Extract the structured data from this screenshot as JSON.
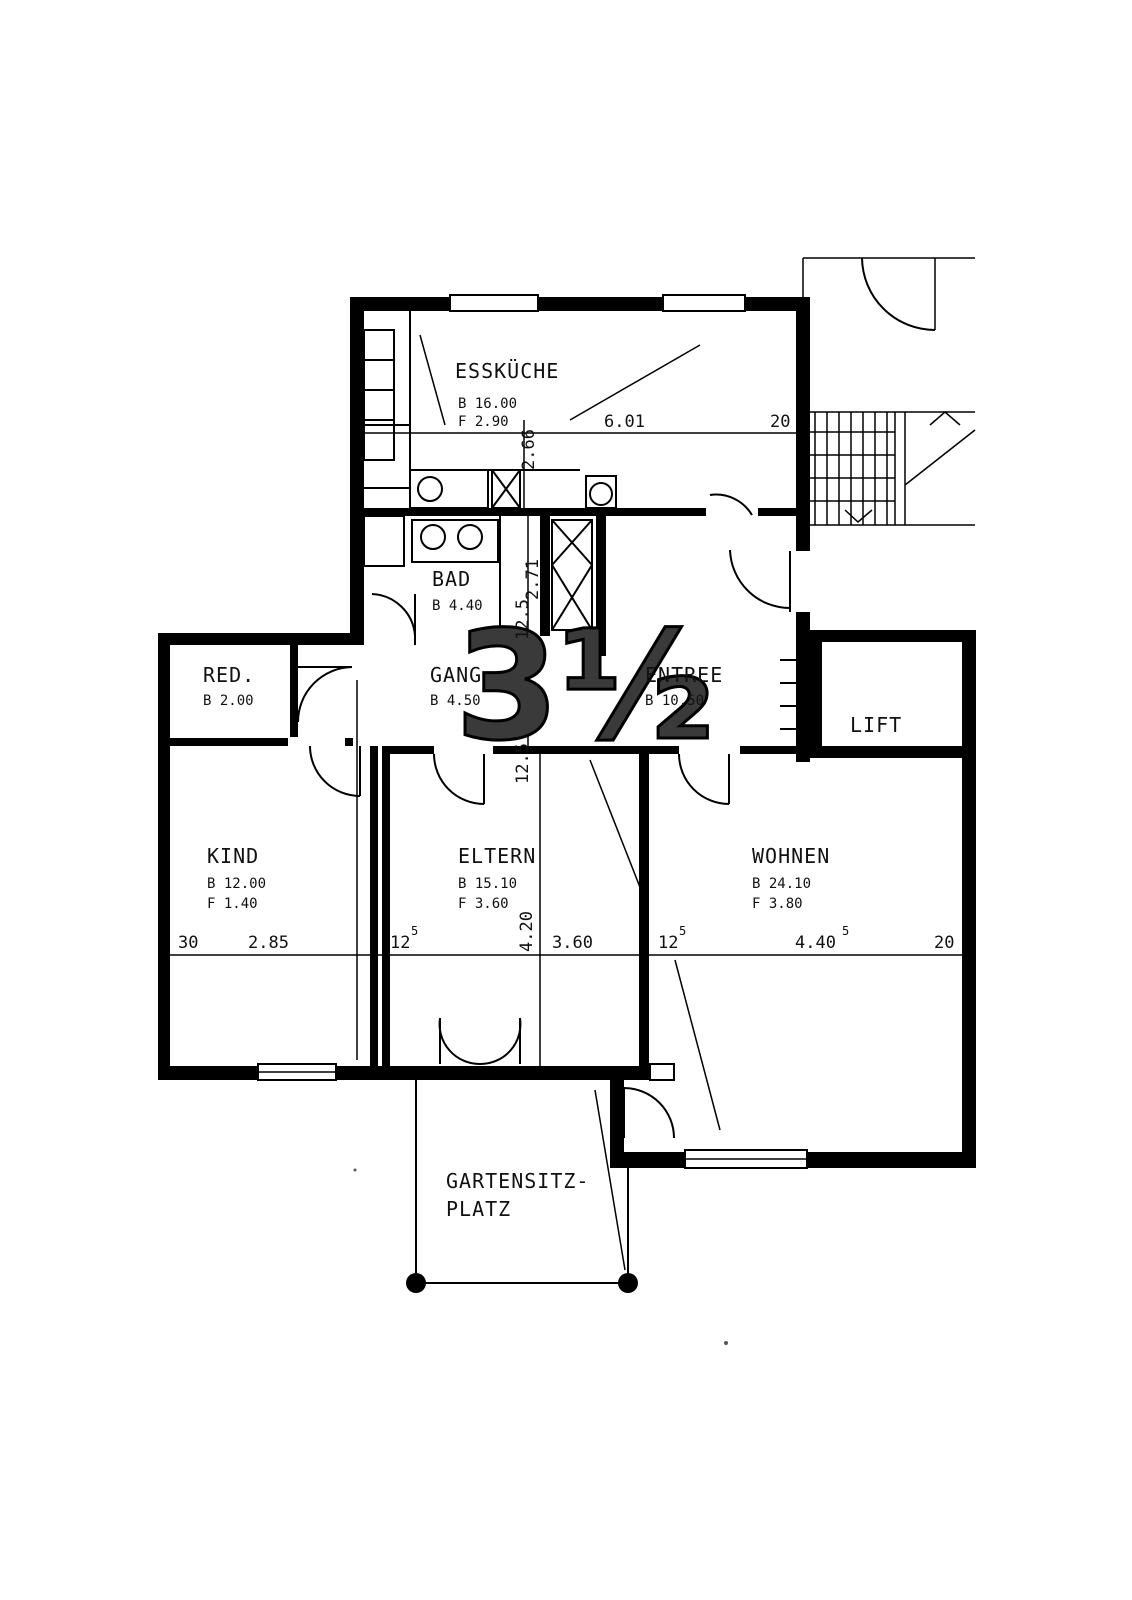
{
  "plan_label": "3½",
  "rooms": {
    "esskueche": {
      "name": "ESSKÜCHE",
      "b": "B  16.00",
      "f": "F   2.90"
    },
    "bad": {
      "name": "BAD",
      "b": "B 4.40"
    },
    "red": {
      "name": "RED.",
      "b": "B 2.00"
    },
    "gang": {
      "name": "GANG",
      "b": "B 4.50"
    },
    "entree": {
      "name": "ENTREE",
      "b": "B 10.50"
    },
    "lift": {
      "name": "LIFT"
    },
    "kind": {
      "name": "KIND",
      "b": "B  12.00",
      "f": "F   1.40"
    },
    "eltern": {
      "name": "ELTERN",
      "b": "B  15.10",
      "f": "F   3.60"
    },
    "wohnen": {
      "name": "WOHNEN",
      "b": "B  24.10",
      "f": "F   3.80"
    },
    "garten": {
      "line1": "GARTENSITZ-",
      "line2": "PLATZ"
    }
  },
  "dimensions": {
    "kitchen_width": "6.01",
    "kitchen_wall": "20",
    "kitchen_height": "2.66",
    "bad_height": "2.71",
    "bad_wall": "12.5",
    "kind_wall": "30",
    "kind_width": "2.85",
    "eltern_wall": "12",
    "eltern_wall_sup": "5",
    "room_height": "4.20",
    "eltern_width": "3.60",
    "gang_wall": "12.5",
    "wohnen_wall": "12",
    "wohnen_wall_sup": "5",
    "wohnen_width": "4.40",
    "wohnen_width_sup": "5",
    "outer_wall": "20"
  }
}
